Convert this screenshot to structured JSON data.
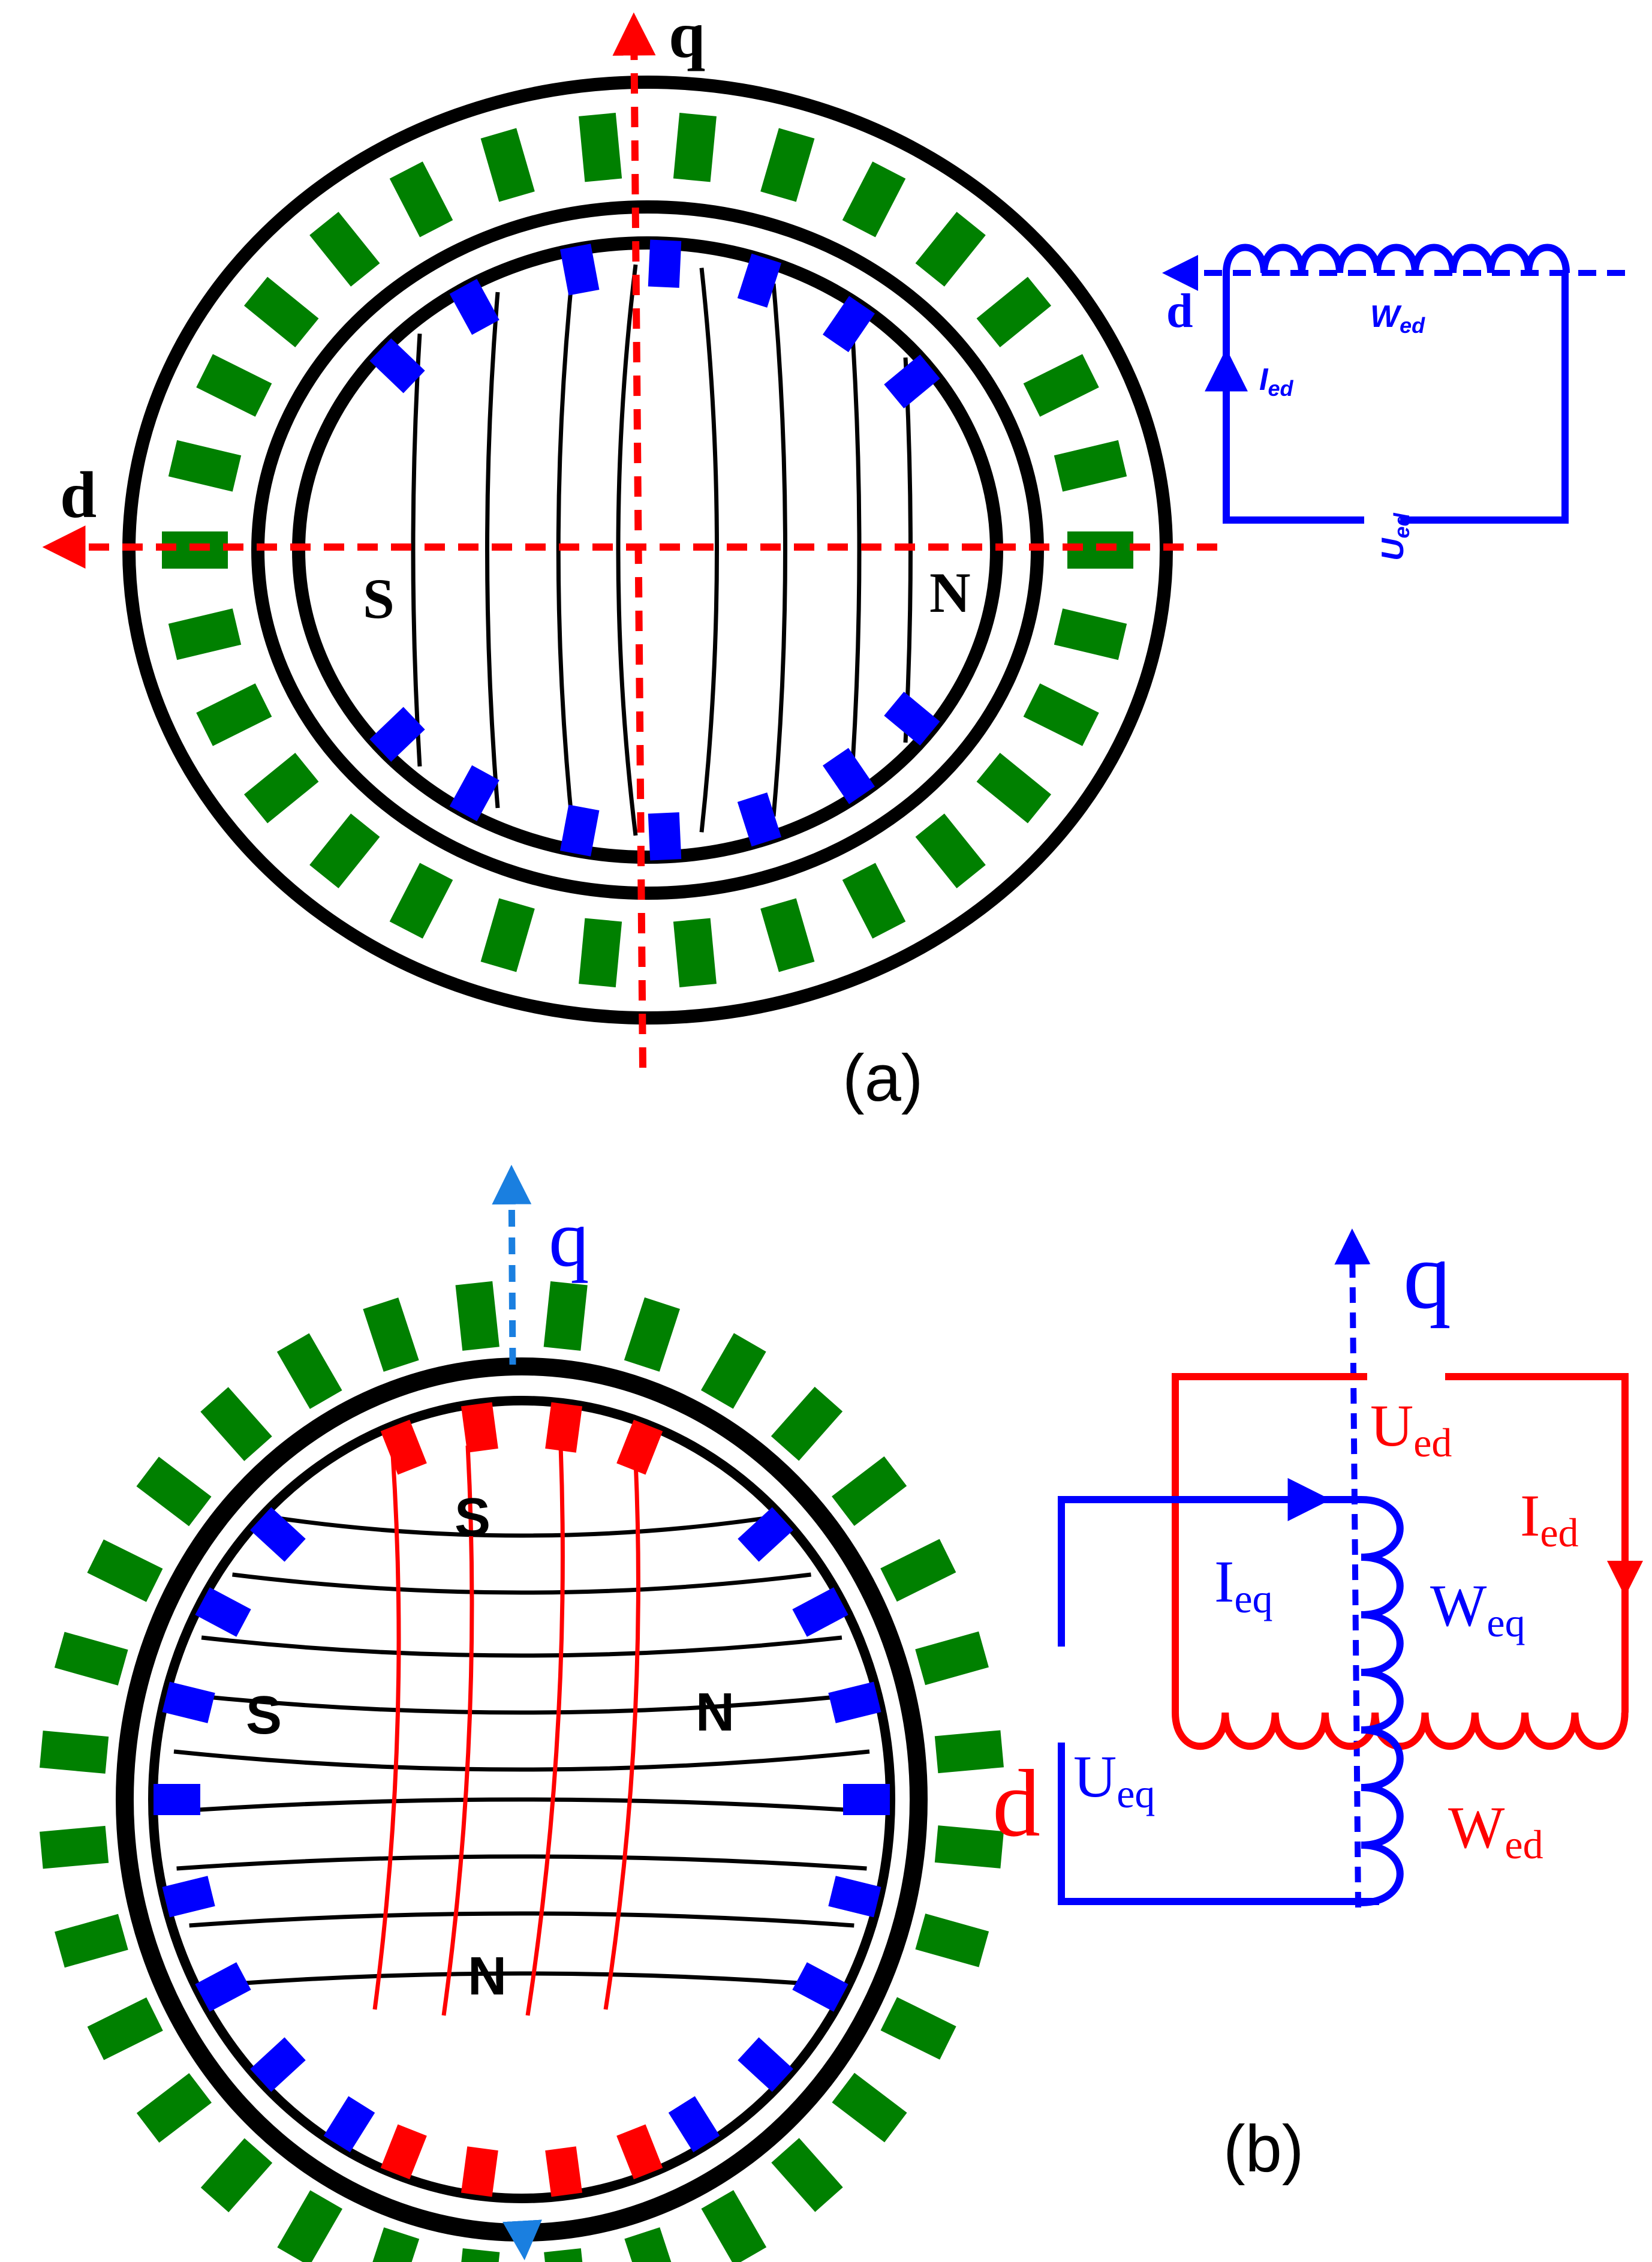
{
  "colors": {
    "stator_slot": "#008000",
    "rotor_slot_blue": "#0000ff",
    "rotor_slot_red": "#ff0000",
    "axis_red": "#ff0000",
    "axis_blue": "#1a7fe0",
    "circuit_blue": "#0000ff",
    "circuit_red": "#ff0000",
    "outline": "#000000"
  },
  "panel_a": {
    "caption": "(a)",
    "axis_q": "q",
    "axis_d": "d",
    "pole_s": "S",
    "pole_n": "N",
    "circuit": {
      "axis_d": "d",
      "winding": "W",
      "winding_sub": "ed",
      "current": "I",
      "current_sub": "ed",
      "voltage": "U",
      "voltage_sub": "ed"
    }
  },
  "panel_b": {
    "caption": "(b)",
    "axis_q": "q",
    "pole_s_top": "S",
    "pole_s_left": "S",
    "pole_n_right": "N",
    "pole_n_bottom": "N",
    "circuit": {
      "axis_q": "q",
      "axis_d": "d",
      "ued": "U",
      "ued_sub": "ed",
      "ied": "I",
      "ied_sub": "ed",
      "ieq": "I",
      "ieq_sub": "eq",
      "weq": "W",
      "weq_sub": "eq",
      "ueq": "U",
      "ueq_sub": "eq",
      "wed": "W",
      "wed_sub": "ed"
    }
  }
}
